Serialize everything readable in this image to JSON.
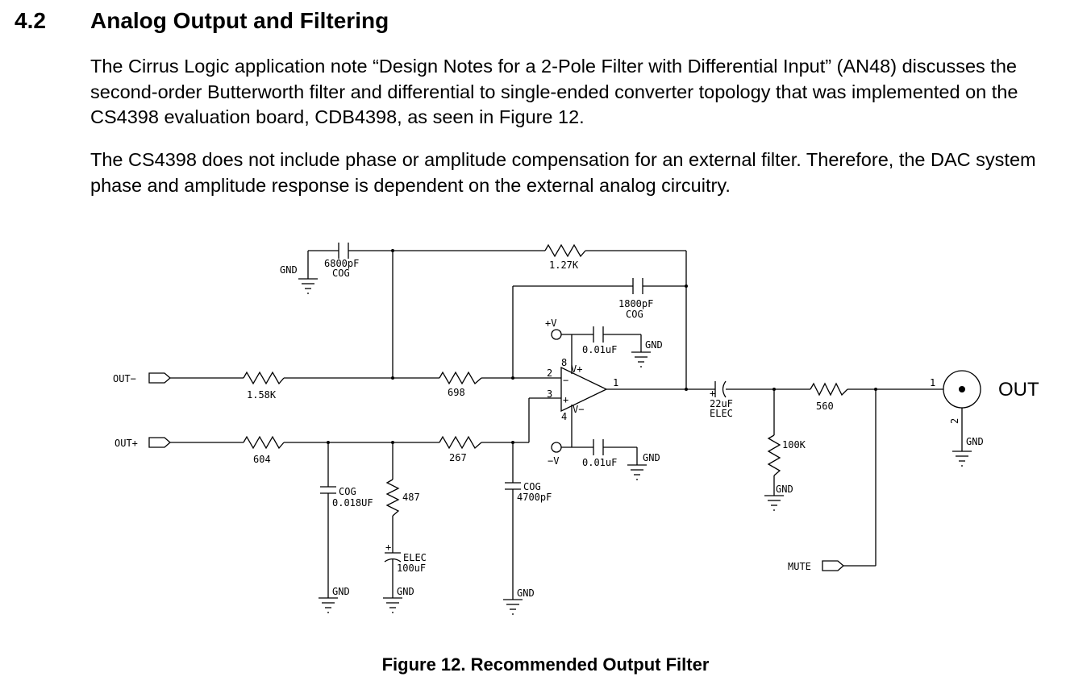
{
  "section": {
    "number": "4.2",
    "title": "Analog Output and Filtering"
  },
  "paragraphs": [
    "The Cirrus Logic application note “Design Notes for a 2-Pole Filter with Differential Input” (AN48) discusses the second-order Butterworth filter and differential to single-ended converter topology that was implemented on the CS4398 evaluation board, CDB4398, as seen in Figure 12.",
    "The CS4398 does not include phase or amplitude compensation for an external filter. Therefore, the DAC system phase and amplitude response is dependent on the external analog circuitry."
  ],
  "schematic": {
    "ports": {
      "out_minus": "OUT−",
      "out_plus": "OUT+",
      "mute": "MUTE",
      "out": "OUT"
    },
    "components": {
      "r_in_minus": "1.58K",
      "r_in_plus": "604",
      "r_698": "698",
      "r_267": "267",
      "r_487": "487",
      "r_feedback": "1.27K",
      "r_560": "560",
      "r_100k": "100K",
      "c_6800_value": "6800pF",
      "c_6800_type": "COG",
      "c_1800_value": "1800pF",
      "c_1800_type": "COG",
      "c_018_type": "COG",
      "c_018_value": "0.018UF",
      "c_4700_type": "COG",
      "c_4700_value": "4700pF",
      "c_elec100_type": "ELEC",
      "c_elec100_value": "100uF",
      "c_22_value": "22uF",
      "c_22_type": "ELEC",
      "c_bypass_top": "0.01uF",
      "c_bypass_bot": "0.01uF",
      "supply_pos": "+V",
      "supply_neg": "−V"
    },
    "gnd_label": "GND",
    "polarity_plus": "+",
    "opamp_pins": {
      "p8": "8",
      "p2": "2",
      "p3": "3",
      "p4": "4",
      "p1": "1",
      "vplus": "V+",
      "vminus": "V−",
      "inv": "−",
      "noninv": "+"
    },
    "connector_pins": {
      "pin1": "1",
      "pin2": "2"
    }
  },
  "figure_caption": "Figure 12.  Recommended Output Filter"
}
